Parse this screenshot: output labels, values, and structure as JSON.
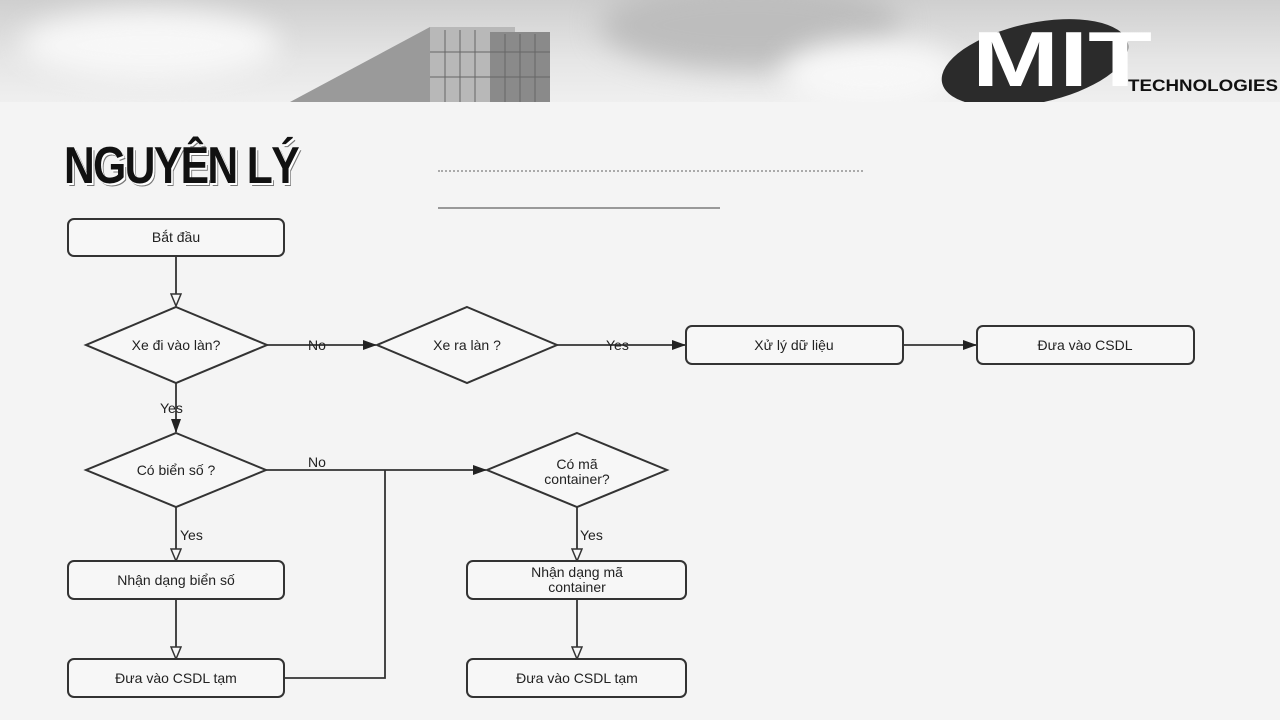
{
  "slide": {
    "title": "NGUYÊN LÝ",
    "logo": {
      "brand": "MIT",
      "subtitle": "TECHNOLOGIES"
    }
  },
  "flowchart": {
    "nodes": {
      "start": "Bắt đầu",
      "enter_lane": "Xe đi vào làn?",
      "exit_lane": "Xe ra làn ?",
      "process_data": "Xử lý dữ liệu",
      "to_db": "Đưa vào CSDL",
      "has_plate": "Có biển số ?",
      "has_container_1": "Có mã",
      "has_container_2": "container?",
      "recognize_plate": "Nhận dạng biển số",
      "temp_db_left": "Đưa vào CSDL tạm",
      "recognize_container_1": "Nhận dạng mã",
      "recognize_container_2": "container",
      "temp_db_right": "Đưa vào CSDL tạm"
    },
    "edge_labels": {
      "enter_no": "No",
      "exit_yes": "Yes",
      "enter_yes": "Yes",
      "plate_no": "No",
      "plate_yes": "Yes",
      "container_yes": "Yes"
    }
  }
}
